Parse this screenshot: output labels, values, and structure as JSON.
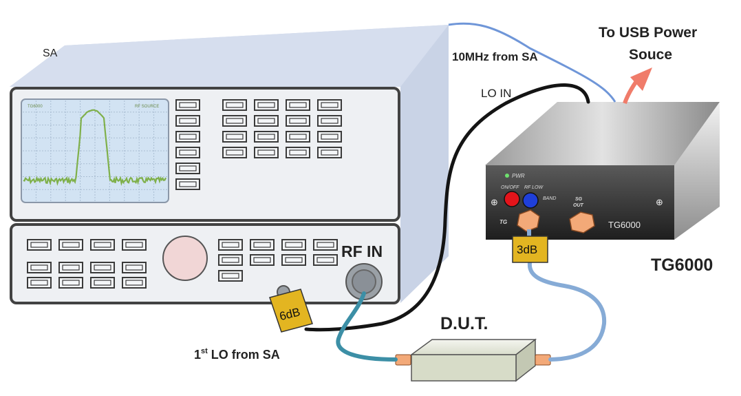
{
  "labels": {
    "sa": "SA",
    "ten_mhz": "10MHz from SA",
    "usb_line1": "To USB Power",
    "usb_line2": "Souce",
    "lo_in": "LO IN",
    "rf_in": "RF IN",
    "tg6000_big": "TG6000",
    "tg6000_panel": "TG6000",
    "dut": "D.U.T.",
    "att_6db": "6dB",
    "att_3db": "3dB",
    "lo_from_sa_prefix": "1",
    "lo_from_sa_sup": "st",
    "lo_from_sa_suffix": " LO from SA",
    "pwr": "PWR",
    "on_off": "ON/OFF",
    "rf_low": "RF LOW",
    "band": "BAND",
    "tg": "TG",
    "sg_out_1": "SG",
    "sg_out_2": "OUT",
    "screen_left": "TG6000",
    "screen_right": "RF SOURCE"
  },
  "colors": {
    "sa_body": "#c9d3e6",
    "sa_panel": "#eef0f3",
    "screen_bg": "#d2e3f3",
    "trace": "#7fb04a",
    "cable_black": "#141414",
    "cable_blue_ref": "#6f96d8",
    "cable_teal": "#3c8fa6",
    "cable_lightblue": "#86abd6",
    "attenuator": "#e3b521",
    "usb_arrow": "#f07c6a",
    "dut_body": "#d7dcc8",
    "connector_orange": "#f3a978",
    "led_red": "#e3141b",
    "led_blue": "#1f3fd9"
  }
}
